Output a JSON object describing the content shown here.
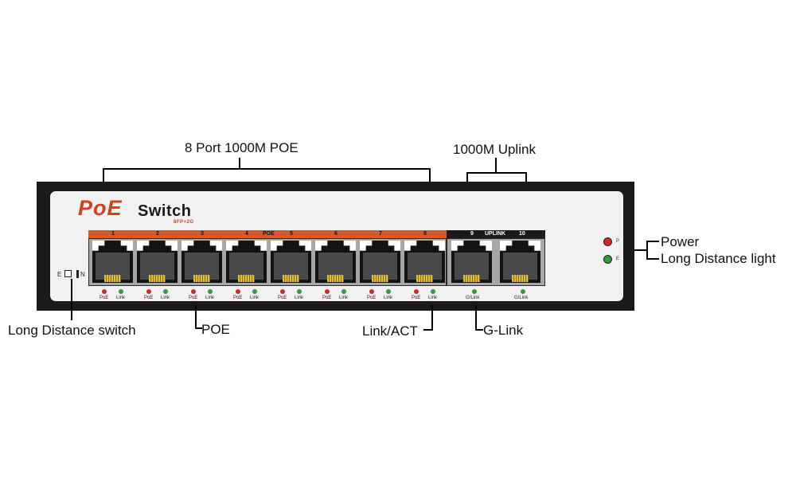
{
  "callouts": {
    "poe_ports": "8 Port 1000M POE",
    "uplink": "1000M Uplink",
    "power": "Power",
    "long_distance_light": "Long Distance light",
    "long_distance_switch": "Long Distance switch",
    "poe": "POE",
    "link_act": "Link/ACT",
    "g_link": "G-Link"
  },
  "brand": {
    "name": "PoE",
    "product": "Switch",
    "model": "8FP+2G"
  },
  "poe_bar_label": "POE",
  "uplink_bar_label": "UPLINK",
  "poe_ports": [
    {
      "number": "1",
      "led_left": "PoE",
      "led_right": "Link"
    },
    {
      "number": "2",
      "led_left": "PoE",
      "led_right": "Link"
    },
    {
      "number": "3",
      "led_left": "PoE",
      "led_right": "Link"
    },
    {
      "number": "4",
      "led_left": "PoE",
      "led_right": "Link"
    },
    {
      "number": "5",
      "led_left": "PoE",
      "led_right": "Link"
    },
    {
      "number": "6",
      "led_left": "PoE",
      "led_right": "Link"
    },
    {
      "number": "7",
      "led_left": "PoE",
      "led_right": "Link"
    },
    {
      "number": "8",
      "led_left": "PoE",
      "led_right": "Link"
    }
  ],
  "uplink_ports": [
    {
      "number": "9",
      "led": "G/Link"
    },
    {
      "number": "10",
      "led": "G/Link"
    }
  ],
  "status_leds": [
    {
      "tag": "P",
      "color": "#d3272a"
    },
    {
      "tag": "E",
      "color": "#2d9a3c"
    }
  ],
  "switch_labels": {
    "left": "E",
    "right": "N"
  },
  "colors": {
    "accent": "#d2401e",
    "poe_bar": "#d35a2a",
    "chassis": "#1c1a19"
  }
}
